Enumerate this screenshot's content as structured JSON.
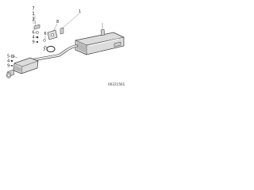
{
  "diagram": {
    "callouts": {
      "item_7": "7",
      "item_1_top": "1",
      "item_2": "2",
      "item_6_top": "6",
      "item_4_top": "4",
      "item_9_top": "9",
      "item_8": "8",
      "item_1_right": "1",
      "item_6_left": "6",
      "item_3": "3",
      "item_5": "5",
      "item_4_bottom": "4",
      "item_9_bottom": "9"
    },
    "part_code": "00221561"
  },
  "colors": {
    "line": "#3a3a3a",
    "part_fill": "#dcdcdc",
    "part_shadow": "#b7b7b7",
    "part_highlight": "#f2f2f2",
    "background": "#ffffff"
  }
}
